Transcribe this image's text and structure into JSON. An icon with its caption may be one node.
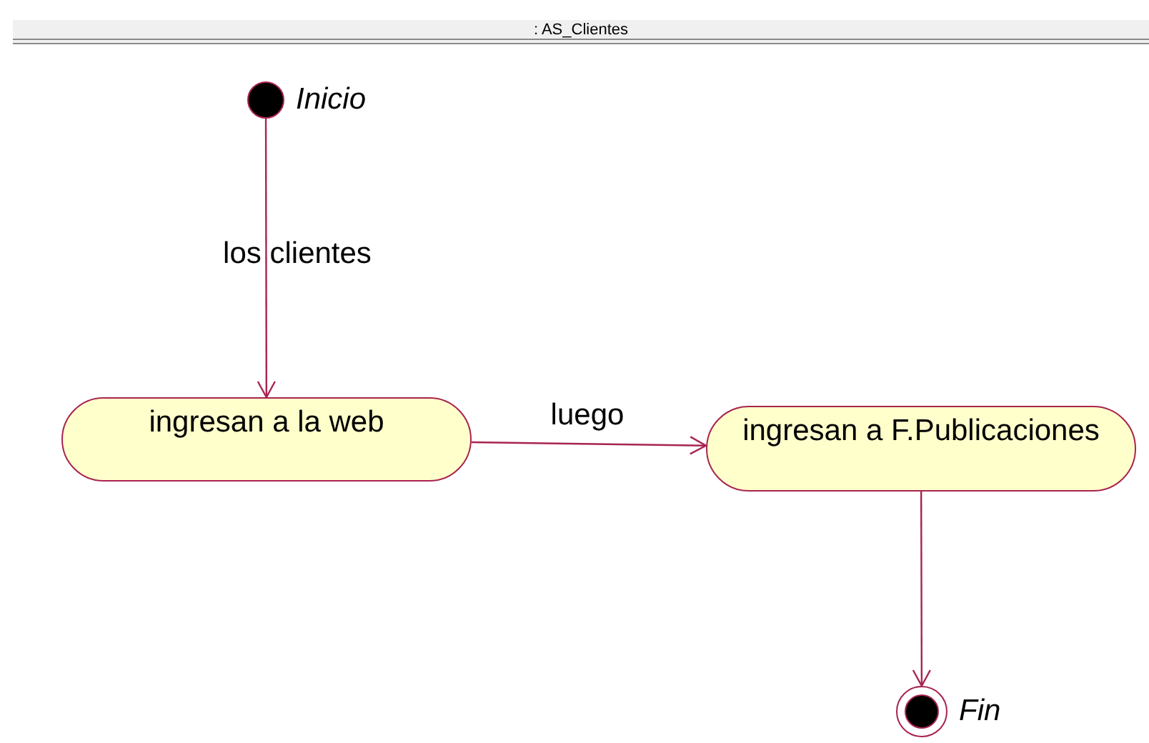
{
  "diagram": {
    "title": ": AS_Clientes",
    "nodes": [
      {
        "text": [],
        "shape": "circle",
        "beside": [
          "Inicio"
        ]
      },
      {
        "text": [
          "ingresan a la web"
        ]
      },
      {
        "text": [
          "ingresan a F.Publicaciones"
        ]
      },
      {
        "text": [],
        "shape": "circle",
        "beside": [
          "Fin"
        ]
      }
    ],
    "edges": [
      {
        "from": 0,
        "to": 1,
        "arrow": "to",
        "label": "los clientes"
      },
      {
        "from": 1,
        "to": 2,
        "arrow": "to",
        "label": "luego"
      },
      {
        "from": 2,
        "to": 3,
        "arrow": "to"
      }
    ]
  }
}
